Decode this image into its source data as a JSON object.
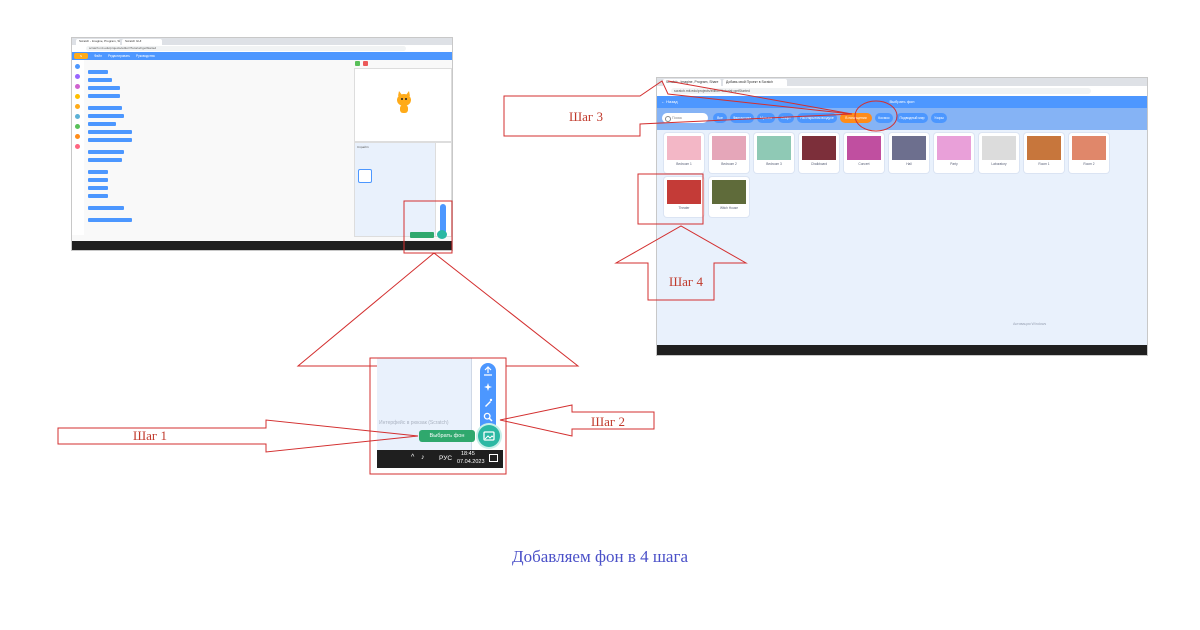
{
  "caption": "Добавляем фон в 4 шага",
  "steps": {
    "step1": "Шаг 1",
    "step2": "Шаг 2",
    "step3": "Шаг 3",
    "step4": "Шаг 4"
  },
  "colors": {
    "annotation_red": "#d32f2f",
    "scratch_blue": "#4c97ff",
    "scratch_orange": "#ff8c1a",
    "scratch_teal": "#2bb8a3",
    "caption_blue": "#4a50c8"
  },
  "editor_screenshot": {
    "tabs": [
      "Scratch - Imagine, Program, Share",
      "Scratch GUI"
    ],
    "url": "scratch.mit.edu/projects/editor/?tutorial=getStarted",
    "menu": [
      "Файл",
      "Редактировать",
      "Руководства"
    ],
    "sprite_label": "Спрайт1"
  },
  "zoom_inset": {
    "tooltip_text": "Выбрать фон",
    "ghost_text": "Интерфейс в рюкзак (Scratch)",
    "tray": {
      "language": "РУС",
      "time": "18:45",
      "date": "07.04.2023"
    },
    "fab_icons": [
      "upload-icon",
      "surprise-icon",
      "paint-icon",
      "search-icon"
    ]
  },
  "library_screenshot": {
    "tabs": [
      "Scratch - Imagine, Program, Share",
      "Добавь свой Проект в Scratch"
    ],
    "url": "scratch.mit.edu/projects/editor/?tutorial=getStarted",
    "back_label": "Назад",
    "title": "Выбрать фон",
    "search_placeholder": "Поиск",
    "categories": [
      {
        "label": "Все",
        "active": false
      },
      {
        "label": "Фантастика",
        "active": false
      },
      {
        "label": "Музыка",
        "active": false
      },
      {
        "label": "Спорт",
        "active": false
      },
      {
        "label": "На открытом воздухе",
        "active": false
      },
      {
        "label": "В помещении",
        "active": true
      },
      {
        "label": "Космос",
        "active": false
      },
      {
        "label": "Подводный мир",
        "active": false
      },
      {
        "label": "Узоры",
        "active": false
      }
    ],
    "backdrops": [
      {
        "name": "Bedroom 1",
        "color": "#f3b7c6"
      },
      {
        "name": "Bedroom 2",
        "color": "#e5a6b9"
      },
      {
        "name": "Bedroom 3",
        "color": "#8fc9b5"
      },
      {
        "name": "Chalkboard",
        "color": "#7c2f3a"
      },
      {
        "name": "Concert",
        "color": "#c04fa0"
      },
      {
        "name": "Hall",
        "color": "#6d6f8e"
      },
      {
        "name": "Party",
        "color": "#e9a0d9"
      },
      {
        "name": "Laboratory",
        "color": "#dcdcdc"
      },
      {
        "name": "Room 1",
        "color": "#c7763c"
      },
      {
        "name": "Room 2",
        "color": "#e0876a"
      },
      {
        "name": "Theater",
        "color": "#c43b37"
      },
      {
        "name": "Witch House",
        "color": "#5f6b3a"
      }
    ],
    "footer_note": "Активация Windows"
  }
}
